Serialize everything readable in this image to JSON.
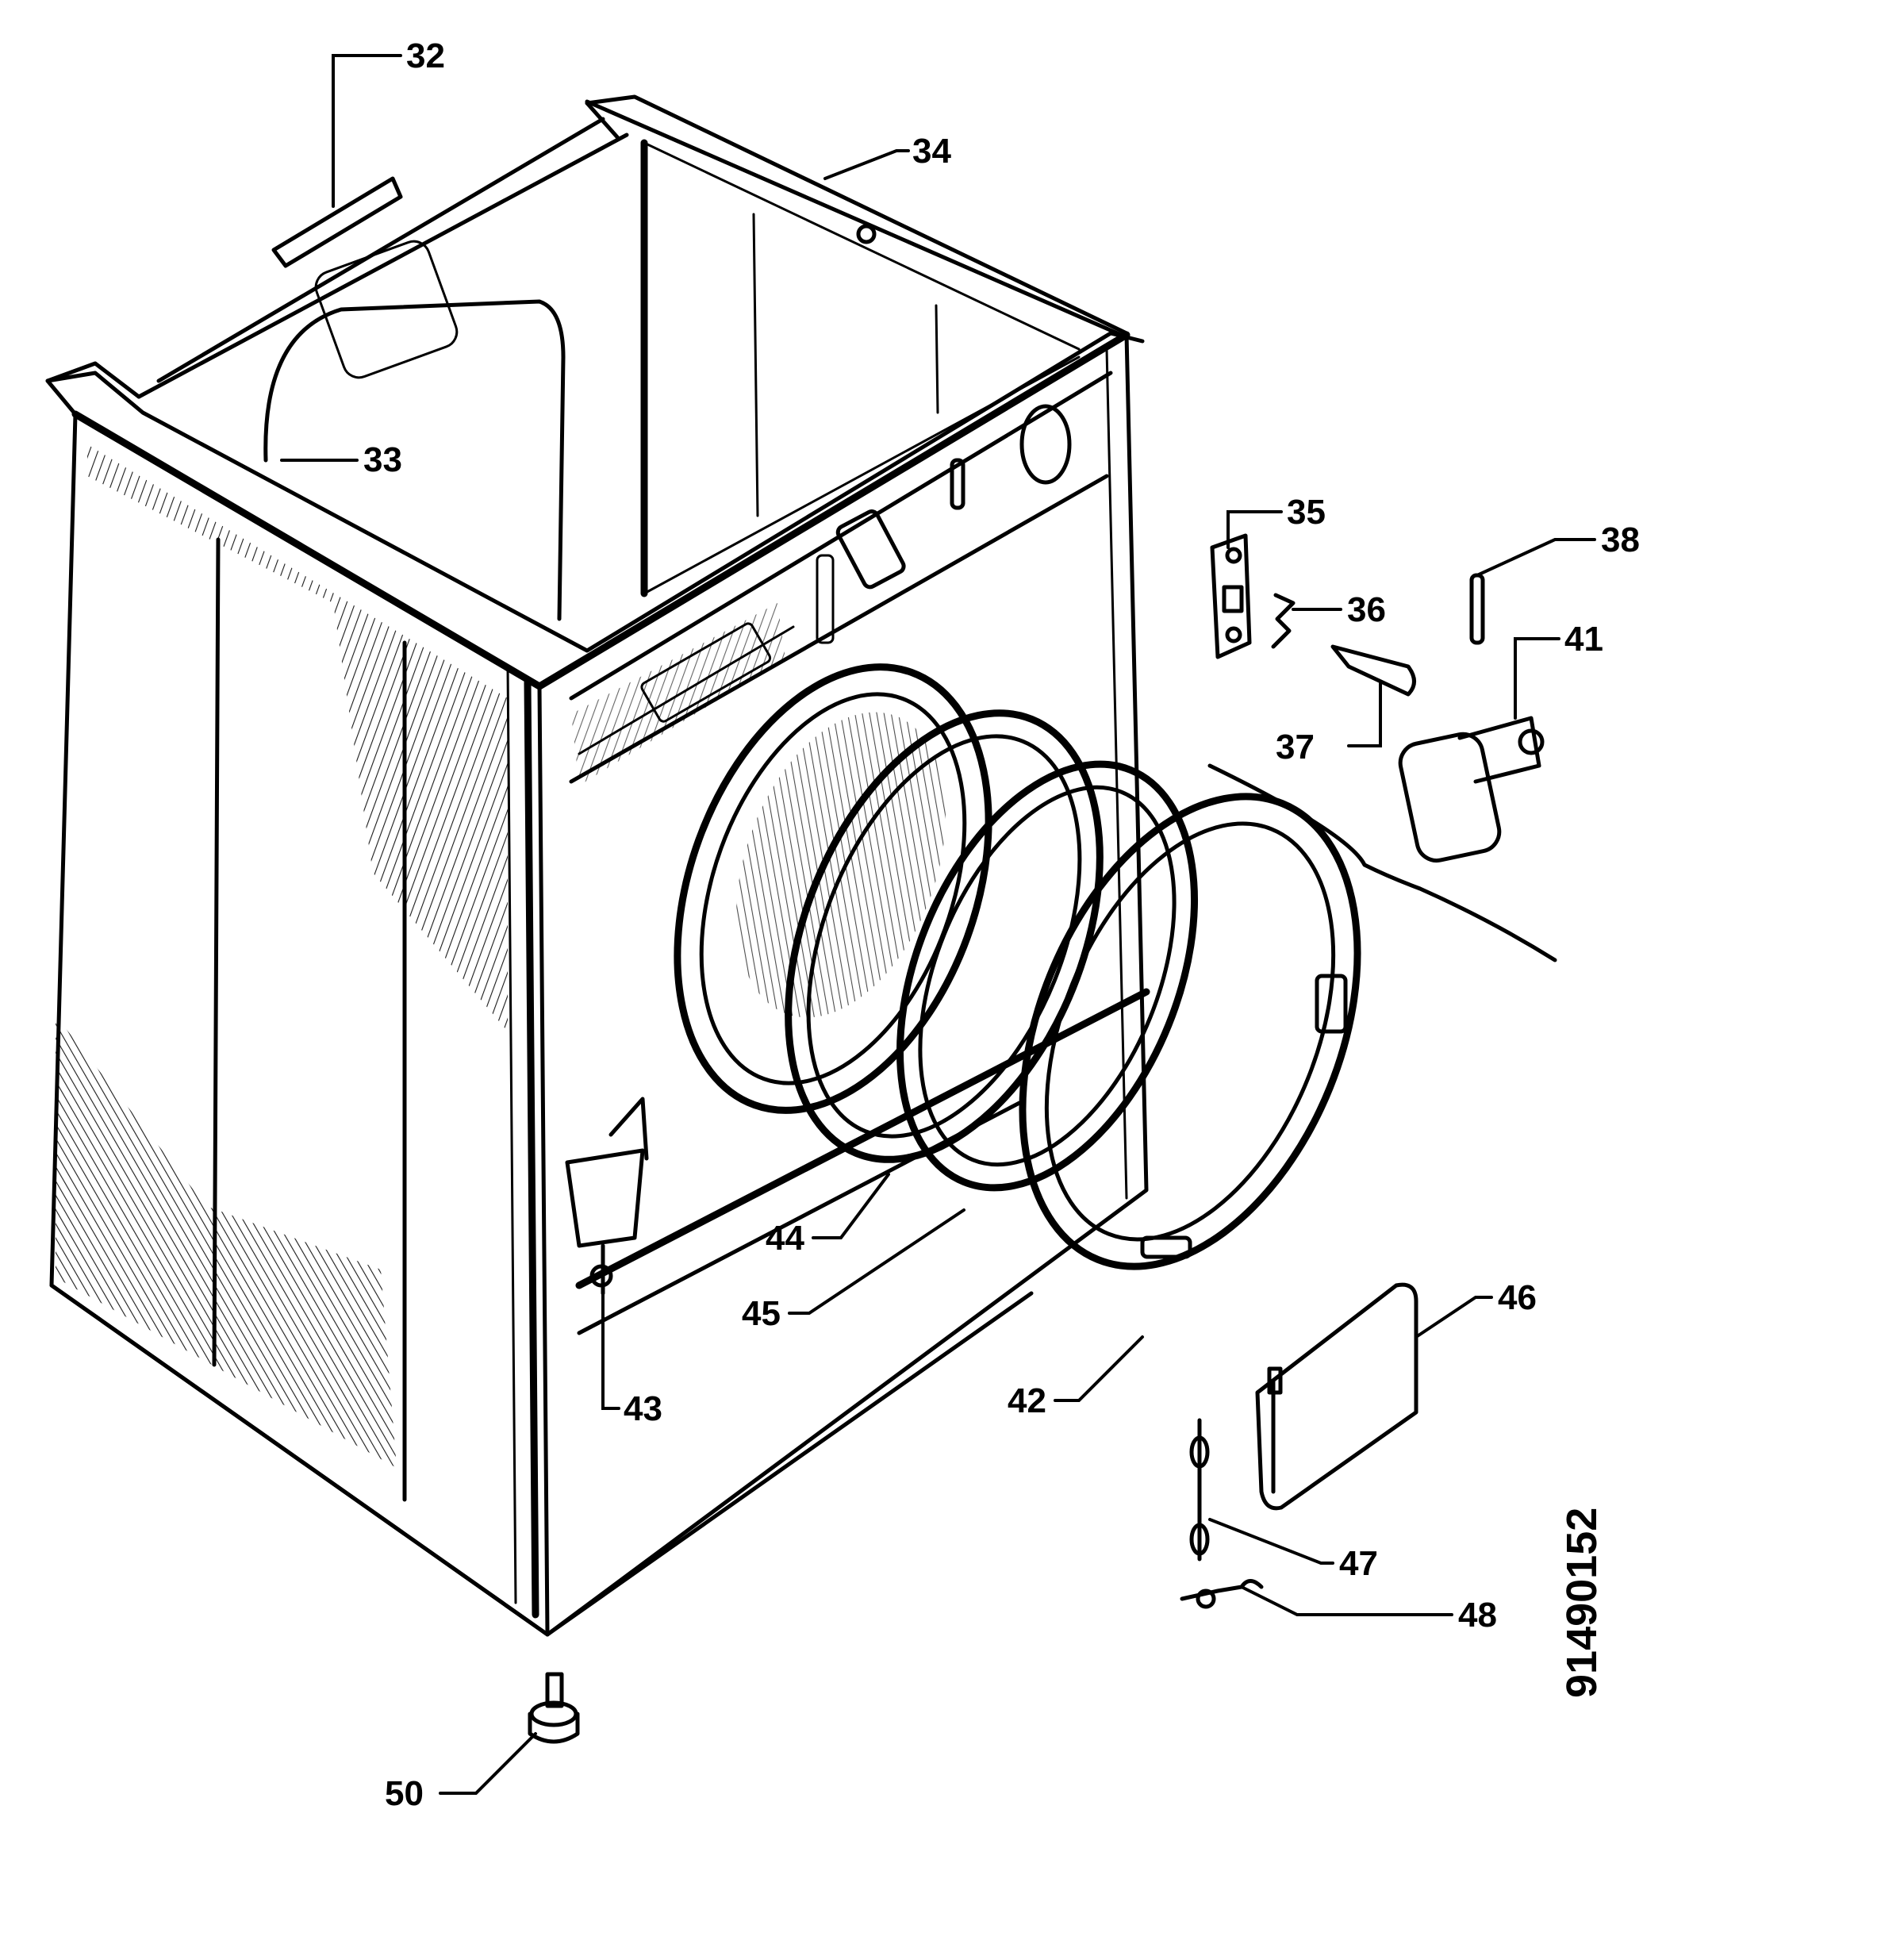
{
  "diagram": {
    "callouts": {
      "c32": "32",
      "c33": "33",
      "c34": "34",
      "c35": "35",
      "c36": "36",
      "c37": "37",
      "c38": "38",
      "c41": "41",
      "c42": "42",
      "c43": "43",
      "c44": "44",
      "c45": "45",
      "c46": "46",
      "c47": "47",
      "c48": "48",
      "c50": "50"
    },
    "drawing_code": "91490152"
  },
  "colors": {
    "ink": "#000000",
    "paper": "#ffffff"
  }
}
